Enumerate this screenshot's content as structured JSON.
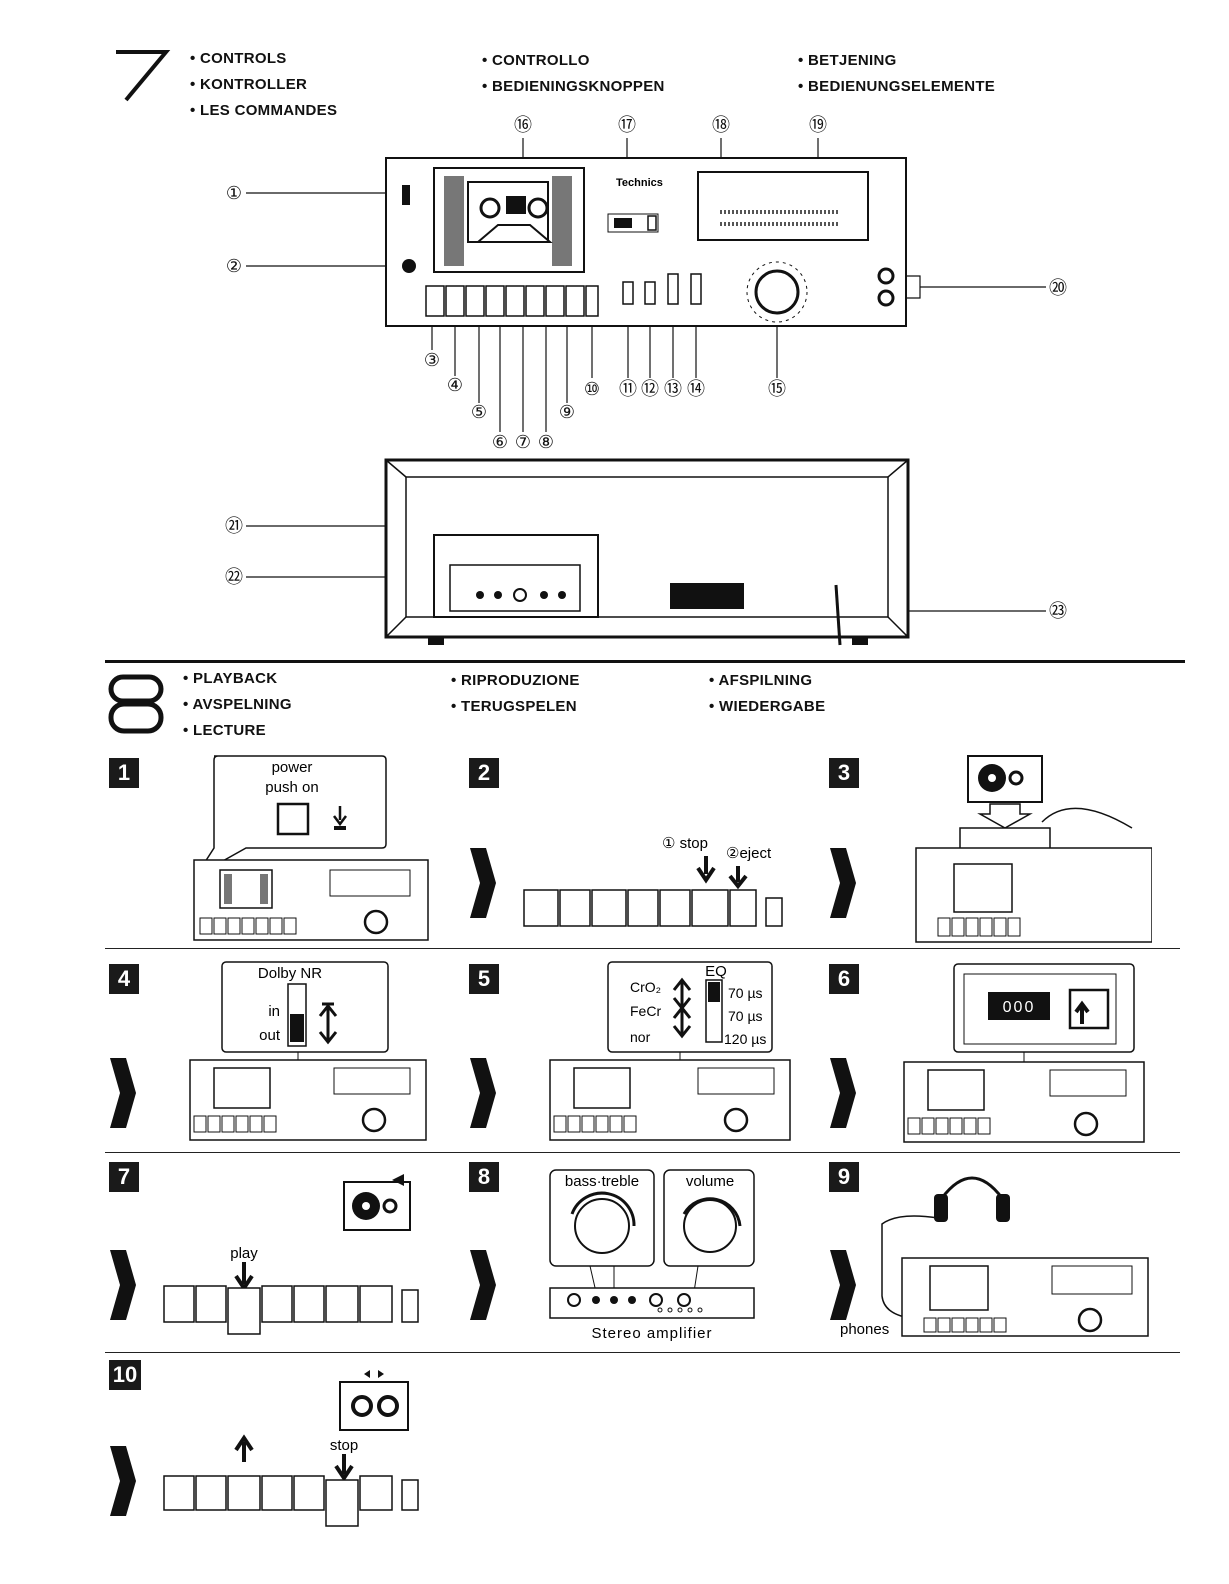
{
  "section7": {
    "number": "7",
    "headings": [
      [
        "CONTROLS",
        "KONTROLLER",
        "LES COMMANDES"
      ],
      [
        "CONTROLLO",
        "BEDIENINGSKNOPPEN"
      ],
      [
        "BETJENING",
        "BEDIENUNGSELEMENTE"
      ]
    ],
    "callouts": [
      "①",
      "②",
      "③",
      "④",
      "⑤",
      "⑥",
      "⑦",
      "⑧",
      "⑨",
      "⑩",
      "⑪",
      "⑫",
      "⑬",
      "⑭",
      "⑮",
      "⑯",
      "⑰",
      "⑱",
      "⑲",
      "⑳",
      "㉑",
      "㉒",
      "㉓"
    ],
    "brand": "Technics"
  },
  "section8": {
    "number": "8",
    "headings": [
      [
        "PLAYBACK",
        "AVSPELNING",
        "LECTURE"
      ],
      [
        "RIPRODUZIONE",
        "TERUGSPELEN"
      ],
      [
        "AFSPILNING",
        "WIEDERGABE"
      ]
    ],
    "steps": {
      "s1": {
        "num": "1",
        "power": "power",
        "push_on": "push on"
      },
      "s2": {
        "num": "2",
        "stop": "① stop",
        "eject": "②eject"
      },
      "s3": {
        "num": "3"
      },
      "s4": {
        "num": "4",
        "title": "Dolby NR",
        "in": "in",
        "out": "out"
      },
      "s5": {
        "num": "5",
        "title": "EQ",
        "crO2": "CrO₂",
        "feCr": "FeCr",
        "nor": "nor",
        "t1": "70 µs",
        "t2": "70 µs",
        "t3": "120 µs"
      },
      "s6": {
        "num": "6",
        "counter": "000"
      },
      "s7": {
        "num": "7",
        "play": "play"
      },
      "s8": {
        "num": "8",
        "bass_treble": "bass·treble",
        "volume": "volume",
        "amp": "Stereo amplifier"
      },
      "s9": {
        "num": "9",
        "phones": "phones"
      },
      "s10": {
        "num": "10",
        "stop": "stop"
      }
    }
  }
}
